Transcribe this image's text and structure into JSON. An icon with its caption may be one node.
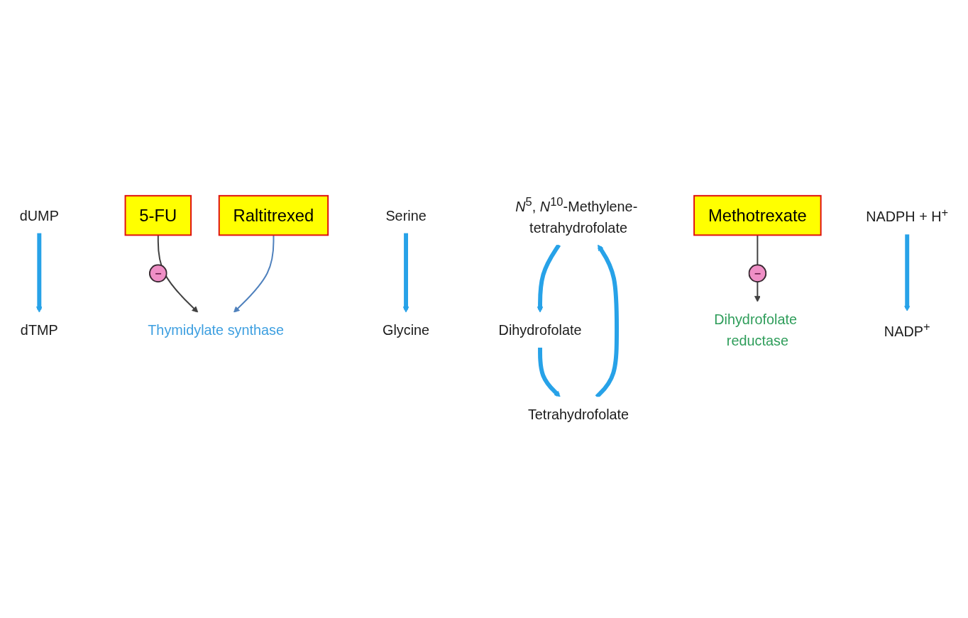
{
  "diagram": {
    "nodes": [
      {
        "text": [
          "5-FU"
        ]
      },
      {
        "text": [
          "Raltitrexed"
        ]
      },
      {
        "text": [
          "dUMP"
        ]
      },
      {
        "text": [
          "dTMP"
        ]
      },
      {
        "text": [
          "Thymidylate synthase"
        ]
      },
      {
        "text": [
          "*N*$^{5}$, *N*$^{10}$-Methylene- tetrahydrofolate"
        ]
      },
      {
        "text": [
          "Dihydrofolate"
        ]
      },
      {
        "text": [
          "Glycine"
        ]
      },
      {
        "text": [
          "NADPH + H$^{+}$"
        ]
      },
      {
        "text": [
          "Dihydrofolate reductase"
        ]
      },
      {
        "text": [
          "Methotrexate"
        ]
      },
      {
        "text": [
          "Serine"
        ]
      },
      {
        "text": [
          "NADP$^{+}$"
        ]
      },
      {
        "text": [
          "Tetrahydrofolate"
        ]
      }
    ],
    "edges": [
      {
        "from": 0,
        "to": 4,
        "arrow": "to",
        "label": "−",
        "color": "#404040"
      },
      {
        "from": 1,
        "to": 4,
        "arrow": "to",
        "color": "#4f81bd"
      },
      {
        "from": 2,
        "to": 3,
        "arrow": "to"
      },
      {
        "from": 5,
        "to": 6,
        "arrow": "to"
      },
      {
        "from": 6,
        "to": 13,
        "arrow": "to"
      },
      {
        "from": 8,
        "to": 12,
        "arrow": "to"
      },
      {
        "from": 13,
        "to": 5,
        "arrow": "to"
      },
      {
        "from": 11,
        "to": 7,
        "arrow": "to"
      },
      {
        "from": 10,
        "to": 9,
        "arrow": "to",
        "label": "−",
        "color": "#404040"
      }
    ]
  }
}
